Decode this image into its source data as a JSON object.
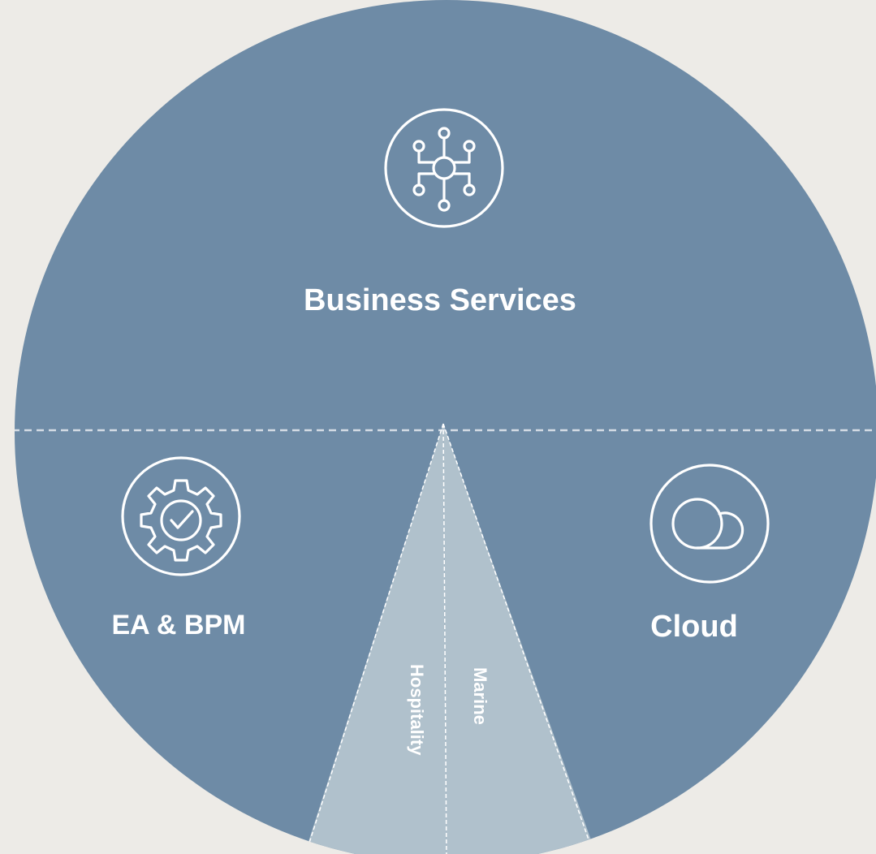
{
  "colors": {
    "background": "#edebe7",
    "segment_dark": "#6e8ba6",
    "segment_light": "#b0c1cc",
    "divider": "#d4dce4",
    "text": "#ffffff"
  },
  "segments": {
    "business_services": {
      "label": "Business Services",
      "icon": "network-hub-icon"
    },
    "ea_bpm": {
      "label": "EA & BPM",
      "icon": "gear-check-icon"
    },
    "cloud": {
      "label": "Cloud",
      "icon": "cloud-icon"
    },
    "hospitality": {
      "label": "Hospitality"
    },
    "marine": {
      "label": "Marine"
    }
  }
}
